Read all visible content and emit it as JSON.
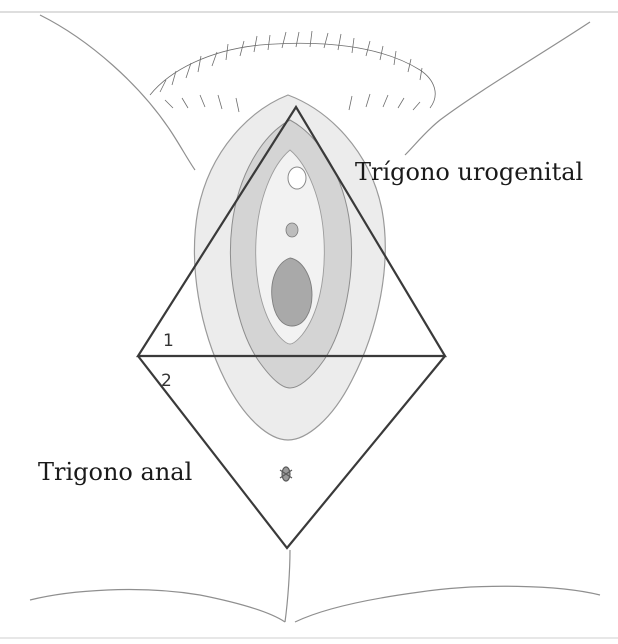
{
  "labels": {
    "urogenital": "Trígono urogenital",
    "anal": "Trigono anal",
    "num_1": "1",
    "num_2": "2"
  },
  "colors": {
    "line": "#3a3a3a",
    "outline": "#8a8a8a",
    "fill_light": "#e6e6e6",
    "fill_mid": "#c9c9c9",
    "fill_dark": "#a8a8a8"
  }
}
